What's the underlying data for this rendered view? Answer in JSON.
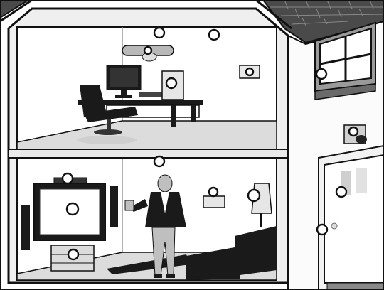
{
  "scene": {
    "subject": "smart-home-illustration",
    "colors": {
      "outline": "#111111",
      "wall": "#f4f4f4",
      "floor": "#d9d9d9",
      "roof": "#555555",
      "furniture_dark": "#1a1a1a",
      "furniture_mid": "#8a8a8a",
      "exterior_wall": "#fbfbfb"
    }
  },
  "sensor_nodes": [
    {
      "id": "ceiling-light-upper-left",
      "icon": "circle-node"
    },
    {
      "id": "ceiling-light-upper-right",
      "icon": "circle-node"
    },
    {
      "id": "security-camera",
      "icon": "circle-node"
    },
    {
      "id": "computer-tower",
      "icon": "circle-node"
    },
    {
      "id": "wall-switch-upper",
      "icon": "circle-node"
    },
    {
      "id": "window",
      "icon": "circle-node"
    },
    {
      "id": "outdoor-camera",
      "icon": "circle-node"
    },
    {
      "id": "ceiling-light-lower",
      "icon": "circle-node"
    },
    {
      "id": "tv-soundbar",
      "icon": "circle-node"
    },
    {
      "id": "television",
      "icon": "circle-node"
    },
    {
      "id": "thermostat",
      "icon": "circle-node"
    },
    {
      "id": "floor-lamp",
      "icon": "circle-node"
    },
    {
      "id": "media-console",
      "icon": "circle-node"
    },
    {
      "id": "door-panel",
      "icon": "circle-node"
    },
    {
      "id": "door-lock",
      "icon": "circle-node"
    }
  ]
}
